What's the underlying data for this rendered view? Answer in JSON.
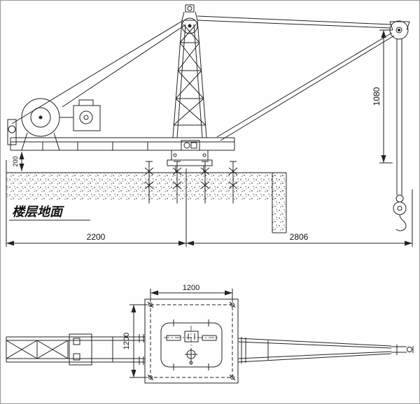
{
  "drawing": {
    "title_hint": "derrick-crane-two-view-drawing",
    "labels": {
      "floor": "楼层地面",
      "dim_height": "1080",
      "dim_left_span": "2200",
      "dim_right_span": "2806",
      "dim_plate_width": "1200",
      "dim_plate_depth": "1200",
      "dim_base_height": "200"
    },
    "colors": {
      "line": "#222222",
      "background": "#fefefe"
    }
  }
}
